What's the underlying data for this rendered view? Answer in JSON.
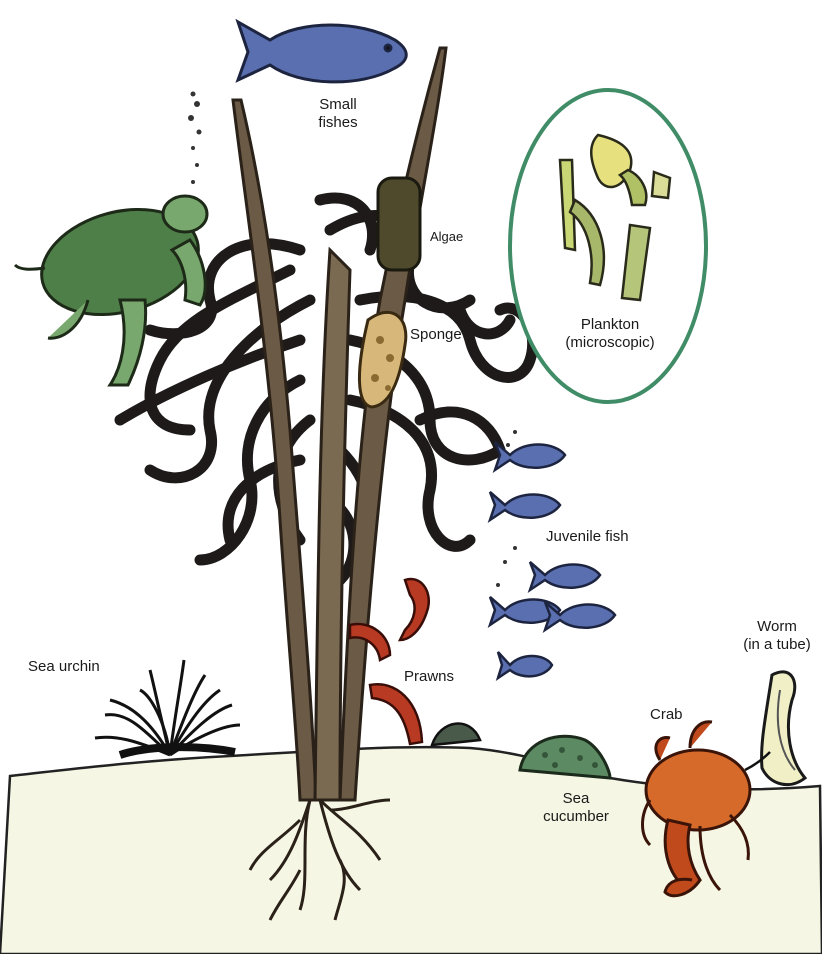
{
  "labels": {
    "small_fishes_line1": "Small",
    "small_fishes_line2": "fishes",
    "algae": "Algae",
    "sponge": "Sponge",
    "plankton_line1": "Plankton",
    "plankton_line2": "(microscopic)",
    "juvenile_fish": "Juvenile fish",
    "sea_urchin": "Sea urchin",
    "prawns": "Prawns",
    "worm_line1": "Worm",
    "worm_line2": "(in a tube)",
    "crab": "Crab",
    "sea_cucumber_line1": "Sea",
    "sea_cucumber_line2": "cucumber"
  },
  "colors": {
    "seabed": "#f6f6e4",
    "seagrass": "#6b5a45",
    "seagrass_outline": "#2a2118",
    "seaweed": "#1e1a1a",
    "turtle": "#79a86e",
    "fish": "#5a6fb0",
    "plankton_ring": "#3f8c67",
    "plankton": "#c9d874",
    "algae": "#4e4a2b",
    "sponge": "#d8b87a",
    "prawn": "#b83a22",
    "crab": "#d66a2a",
    "sea_cucumber": "#5c8a62",
    "worm_tube": "#f0efc6"
  }
}
